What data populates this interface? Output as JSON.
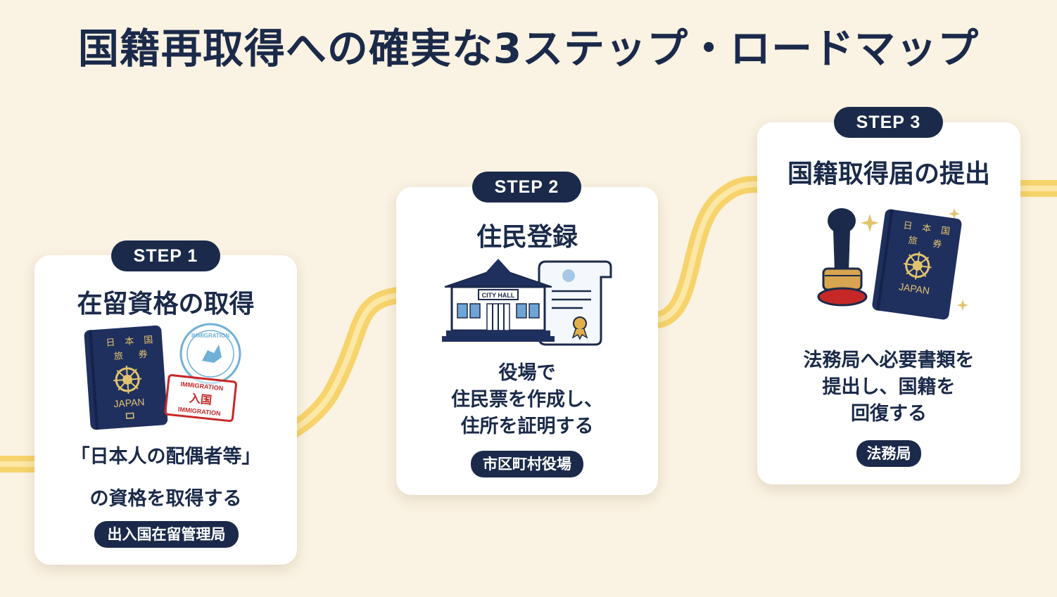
{
  "title": "国籍再取得への確実な3ステップ・ロードマップ",
  "colors": {
    "navy": "#1b2a4a",
    "gold": "#f5c93c",
    "background": "#faf2e2",
    "stamp_red": "#c62828"
  },
  "steps": [
    {
      "step_label": "STEP 1",
      "title": "在留資格の取得",
      "desc_lines": [
        "「日本人の配偶者等」",
        "の資格を取得する"
      ],
      "office": "出入国在留管理局",
      "illustration": {
        "passport_text": [
          "日",
          "本",
          "国",
          "旅",
          "券"
        ],
        "passport_country": "JAPAN",
        "stamp_top": "IMMIGRATION",
        "stamp_mid": "入国",
        "stamp_bottom": "IMMIGRATION",
        "round_stamp": "IMMIGRATION"
      }
    },
    {
      "step_label": "STEP 2",
      "title": "住民登録",
      "desc_lines": [
        "役場で",
        "住民票を作成し、",
        "住所を証明する"
      ],
      "office": "市区町村役場",
      "illustration": {
        "sign": "CITY HALL"
      }
    },
    {
      "step_label": "STEP 3",
      "title": "国籍取得届の提出",
      "desc_lines": [
        "法務局へ必要書類を",
        "提出し、国籍を",
        "回復する"
      ],
      "office": "法務局",
      "illustration": {
        "passport_text": [
          "日",
          "本",
          "国",
          "旅",
          "券"
        ],
        "passport_country": "JAPAN"
      }
    }
  ]
}
